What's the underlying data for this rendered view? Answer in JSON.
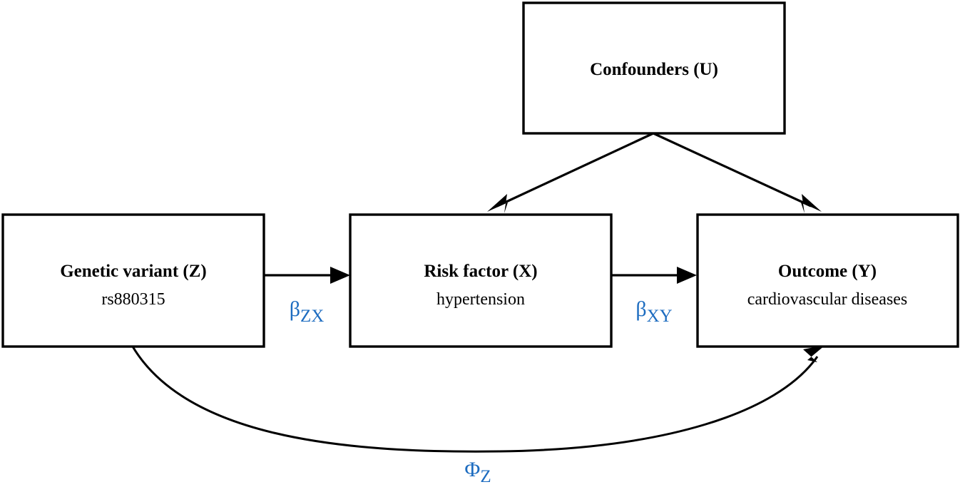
{
  "diagram": {
    "type": "mendelian-randomization-dag",
    "background_color": "#ffffff",
    "line_color": "#000000",
    "parameter_color": "#1d6cc0",
    "nodes": {
      "confounders": {
        "primary": "Confounders (U)",
        "secondary": ""
      },
      "genetic_variant": {
        "primary": "Genetic variant (Z)",
        "secondary": "rs880315"
      },
      "risk_factor": {
        "primary": "Risk factor (X)",
        "secondary": "hypertension"
      },
      "outcome": {
        "primary": "Outcome (Y)",
        "secondary": "cardiovascular diseases"
      }
    },
    "edges": {
      "z_to_x": {
        "label_base": "β",
        "label_sub": "ZX"
      },
      "x_to_y": {
        "label_base": "β",
        "label_sub": "XY"
      },
      "z_to_y_pleiotropy": {
        "label_base": "Φ",
        "label_sub": "Z"
      },
      "u_to_x": {
        "label_base": "",
        "label_sub": ""
      },
      "u_to_y": {
        "label_base": "",
        "label_sub": ""
      }
    }
  }
}
